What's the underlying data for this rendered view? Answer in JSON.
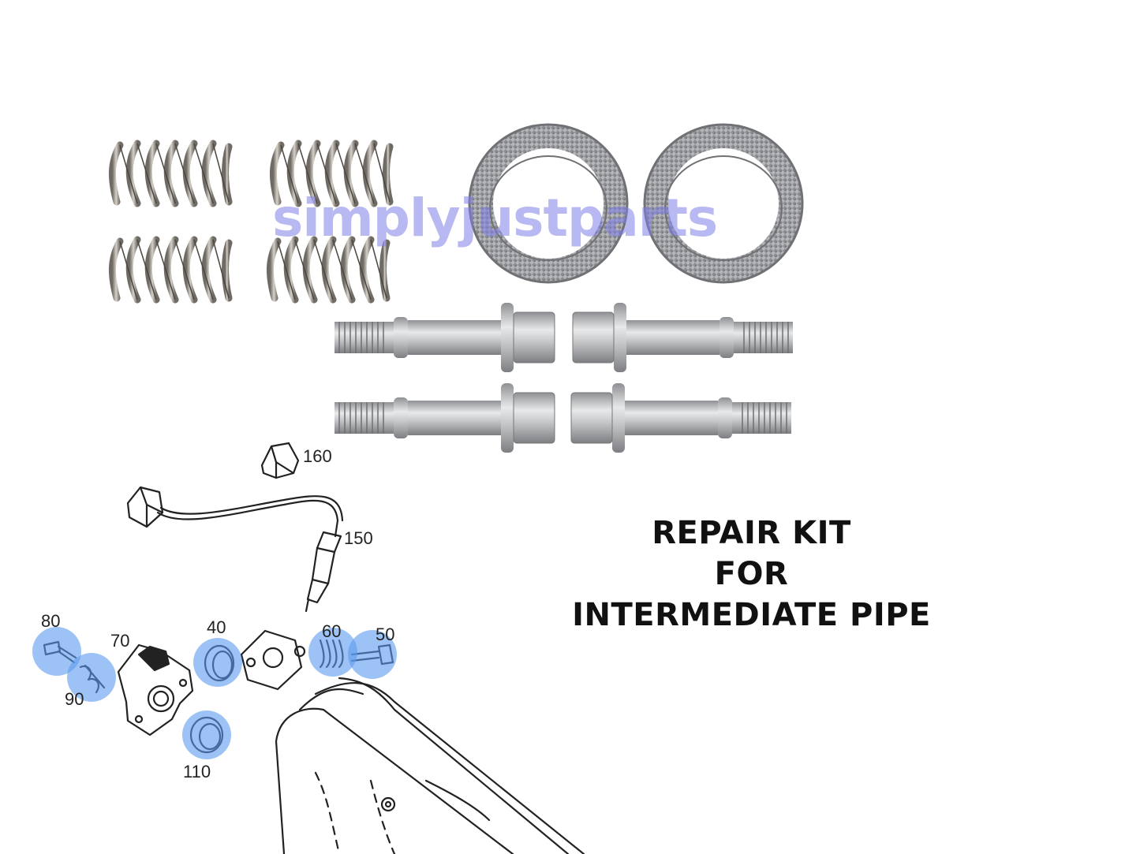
{
  "watermark": "simplyjustparts",
  "title": {
    "line1": "REPAIR KIT",
    "line2": "FOR",
    "line3": "INTERMEDIATE PIPE"
  },
  "callouts": {
    "c160": "160",
    "c150": "150",
    "c80": "80",
    "c70": "70",
    "c40": "40",
    "c60": "60",
    "c50": "50",
    "c90": "90",
    "c110": "110"
  },
  "colors": {
    "highlight": "#5b9bf0",
    "metal": "#b7b9bc",
    "spring": "#9c958c",
    "gasket": "#8d8f93",
    "text": "#111111"
  },
  "icons": [
    "spring-icon",
    "gasket-ring-icon",
    "stud-bolt-icon",
    "exploded-diagram"
  ]
}
